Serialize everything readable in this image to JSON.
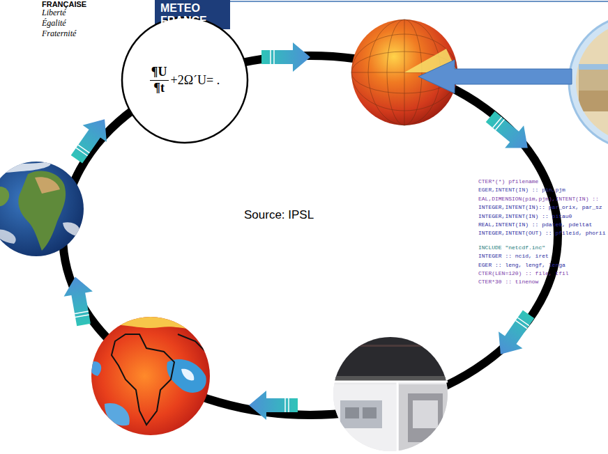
{
  "diagram": {
    "nodes": [
      {
        "text": [
          "¶U",
          "¶t",
          "+2Ω´U= ."
        ]
      }
    ],
    "labels": [
      "FRANÇAISE",
      "Liberté",
      "Égalité",
      "Fraternité",
      "METEO",
      "FRANCE",
      "Source: IPSL",
      "CTER*(*) pfilename",
      "EGER,INTENT(IN) :: pin,pjm",
      "EAL,DIMENSION(pim,pjm),INTENT(IN) ::",
      "INTEGER,INTENT(IN):: par_orix, par_sz",
      "INTEGER,INTENT(IN) :: pitau0",
      "REAL,INTENT(IN) :: pdate0, pdeltat",
      "INTEGER,INTENT(OUT) :: pfileid, phorii",
      "INCLUDE \"netcdf.inc\"",
      "INTEGER :: ncid, iret",
      "EGER :: leng, lengf, lenga",
      "CTER(LEN=120) :: file, tfil",
      "CTER*30 :: tinenow"
    ]
  }
}
